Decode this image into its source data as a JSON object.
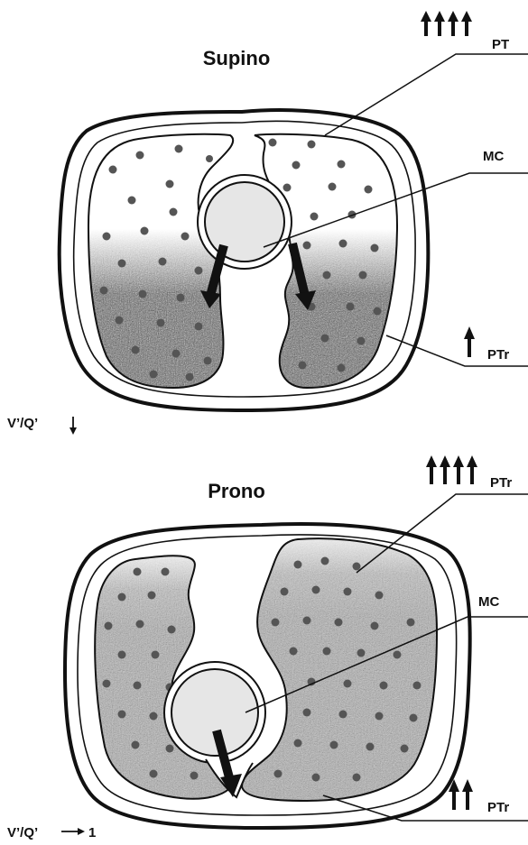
{
  "panels": [
    {
      "title": "Supino",
      "labels": {
        "top": "PT",
        "middle": "MC",
        "bottom": "PTr"
      },
      "top_arrow_count": 4,
      "bottom_arrow_count": 1,
      "ratio": "V’/Q’"
    },
    {
      "title": "Prono",
      "labels": {
        "top": "PTr",
        "middle": "MC",
        "bottom": "PTr"
      },
      "top_arrow_count": 4,
      "bottom_arrow_count": 2,
      "ratio": "V’/Q’",
      "ratio_value": "1"
    }
  ],
  "colors": {
    "ink": "#111111",
    "heart_fill": "#e6e6e6",
    "dot": "#555555",
    "lung_dense": "#6f6f6f"
  }
}
